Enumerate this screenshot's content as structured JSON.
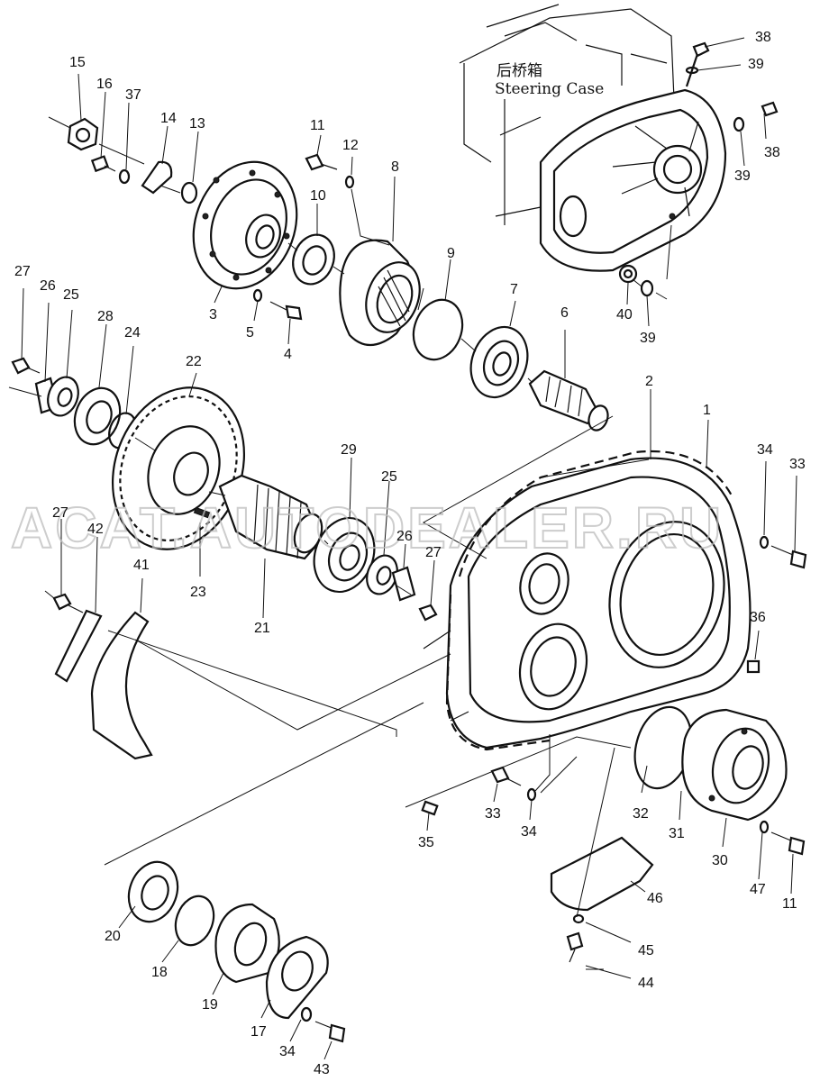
{
  "case_label": {
    "chinese": "后桥箱",
    "english": "Steering Case"
  },
  "watermark": "ACAT.AUTODEALER.RU",
  "callouts": [
    {
      "id": "c15",
      "text": "15"
    },
    {
      "id": "c16",
      "text": "16"
    },
    {
      "id": "c37",
      "text": "37"
    },
    {
      "id": "c14",
      "text": "14"
    },
    {
      "id": "c13",
      "text": "13"
    },
    {
      "id": "c11a",
      "text": "11"
    },
    {
      "id": "c12",
      "text": "12"
    },
    {
      "id": "c10",
      "text": "10"
    },
    {
      "id": "c8",
      "text": "8"
    },
    {
      "id": "c9",
      "text": "9"
    },
    {
      "id": "c7",
      "text": "7"
    },
    {
      "id": "c6",
      "text": "6"
    },
    {
      "id": "c3",
      "text": "3"
    },
    {
      "id": "c5",
      "text": "5"
    },
    {
      "id": "c4",
      "text": "4"
    },
    {
      "id": "c38a",
      "text": "38"
    },
    {
      "id": "c39a",
      "text": "39"
    },
    {
      "id": "c38b",
      "text": "38"
    },
    {
      "id": "c39b",
      "text": "39"
    },
    {
      "id": "c40",
      "text": "40"
    },
    {
      "id": "c39c",
      "text": "39"
    },
    {
      "id": "c27a",
      "text": "27"
    },
    {
      "id": "c26a",
      "text": "26"
    },
    {
      "id": "c25a",
      "text": "25"
    },
    {
      "id": "c28",
      "text": "28"
    },
    {
      "id": "c24",
      "text": "24"
    },
    {
      "id": "c22",
      "text": "22"
    },
    {
      "id": "c2",
      "text": "2"
    },
    {
      "id": "c1",
      "text": "1"
    },
    {
      "id": "c34a",
      "text": "34"
    },
    {
      "id": "c33a",
      "text": "33"
    },
    {
      "id": "c29",
      "text": "29"
    },
    {
      "id": "c25b",
      "text": "25"
    },
    {
      "id": "c26b",
      "text": "26"
    },
    {
      "id": "c27b",
      "text": "27"
    },
    {
      "id": "c27c",
      "text": "27"
    },
    {
      "id": "c42",
      "text": "42"
    },
    {
      "id": "c41",
      "text": "41"
    },
    {
      "id": "c23",
      "text": "23"
    },
    {
      "id": "c21",
      "text": "21"
    },
    {
      "id": "c36",
      "text": "36"
    },
    {
      "id": "c33b",
      "text": "33"
    },
    {
      "id": "c34b",
      "text": "34"
    },
    {
      "id": "c35",
      "text": "35"
    },
    {
      "id": "c32",
      "text": "32"
    },
    {
      "id": "c31",
      "text": "31"
    },
    {
      "id": "c30",
      "text": "30"
    },
    {
      "id": "c47",
      "text": "47"
    },
    {
      "id": "c11b",
      "text": "11"
    },
    {
      "id": "c46",
      "text": "46"
    },
    {
      "id": "c45",
      "text": "45"
    },
    {
      "id": "c44",
      "text": "44"
    },
    {
      "id": "c20",
      "text": "20"
    },
    {
      "id": "c18",
      "text": "18"
    },
    {
      "id": "c19",
      "text": "19"
    },
    {
      "id": "c17",
      "text": "17"
    },
    {
      "id": "c34c",
      "text": "34"
    },
    {
      "id": "c43",
      "text": "43"
    }
  ]
}
